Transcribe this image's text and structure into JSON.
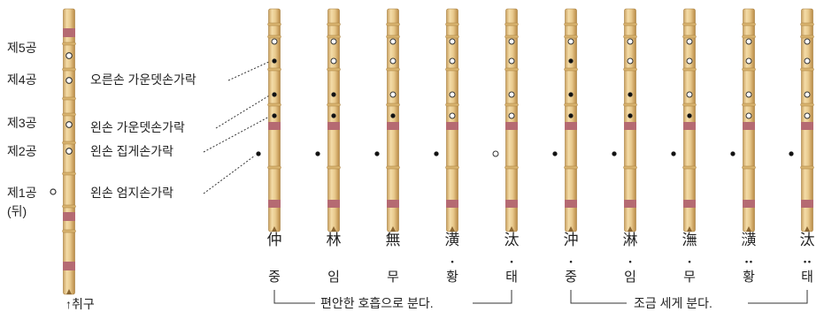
{
  "reference_flute": {
    "hole_labels": [
      "제5공",
      "제4공",
      "제3공",
      "제2공",
      "제1공",
      "(뒤)"
    ],
    "mouthpiece_label": "↑취구",
    "finger_labels": [
      "오른손 가운뎃손가락",
      "왼손 가운뎃손가락",
      "왼손 집게손가락",
      "왼손 엄지손가락"
    ]
  },
  "notes": [
    {
      "hanja": "仲",
      "hangul": "중",
      "dots_above": "",
      "dots_below": "",
      "holes": [
        "open",
        "closed",
        "closed",
        "closed",
        "closed"
      ]
    },
    {
      "hanja": "林",
      "hangul": "임",
      "dots_above": "",
      "dots_below": "",
      "holes": [
        "open",
        "open",
        "closed",
        "closed",
        "closed"
      ]
    },
    {
      "hanja": "無",
      "hangul": "무",
      "dots_above": "",
      "dots_below": "",
      "holes": [
        "open",
        "open",
        "open",
        "closed",
        "closed"
      ]
    },
    {
      "hanja": "潢",
      "hangul": "황",
      "dots_above": "·",
      "dots_below": "",
      "holes": [
        "open",
        "open",
        "open",
        "open",
        "closed"
      ]
    },
    {
      "hanja": "汰",
      "hangul": "태",
      "dots_above": "·",
      "dots_below": "",
      "holes": [
        "open",
        "open",
        "open",
        "open",
        "open"
      ]
    },
    {
      "hanja": "沖",
      "hangul": "중",
      "dots_above": "·",
      "dots_below": "",
      "holes": [
        "open",
        "closed",
        "closed",
        "closed",
        "closed"
      ]
    },
    {
      "hanja": "淋",
      "hangul": "임",
      "dots_above": "·",
      "dots_below": "",
      "holes": [
        "open",
        "open",
        "closed",
        "closed",
        "closed"
      ]
    },
    {
      "hanja": "潕",
      "hangul": "무",
      "dots_above": "·",
      "dots_below": "",
      "holes": [
        "open",
        "open",
        "open",
        "closed",
        "closed"
      ]
    },
    {
      "hanja": "㶂",
      "hangul": "황",
      "dots_above": "··",
      "dots_below": "",
      "holes": [
        "open",
        "open",
        "open",
        "open",
        "closed"
      ]
    },
    {
      "hanja": "汰",
      "hangul": "태",
      "dots_above": "··",
      "dots_below": "",
      "holes": [
        "open",
        "open",
        "open",
        "open",
        "closed"
      ]
    }
  ],
  "group_captions": [
    "편안한 호흡으로 분다.",
    "조금 세게 분다."
  ],
  "colors": {
    "bamboo": "#e8c98c",
    "bamboo_dark": "#c9a15c",
    "band": "#b56a72",
    "text": "#222222"
  }
}
